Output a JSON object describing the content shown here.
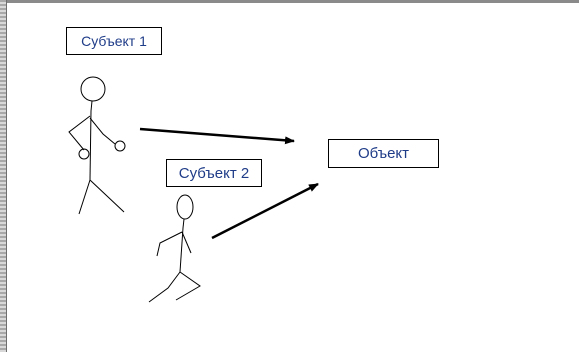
{
  "diagram": {
    "subject1_label": "Субъект 1",
    "subject2_label": "Субъект 2",
    "object_label": "Объект"
  },
  "colors": {
    "label_text": "#1f3c88",
    "stroke": "#000000",
    "frame": "#8a8a8a"
  }
}
